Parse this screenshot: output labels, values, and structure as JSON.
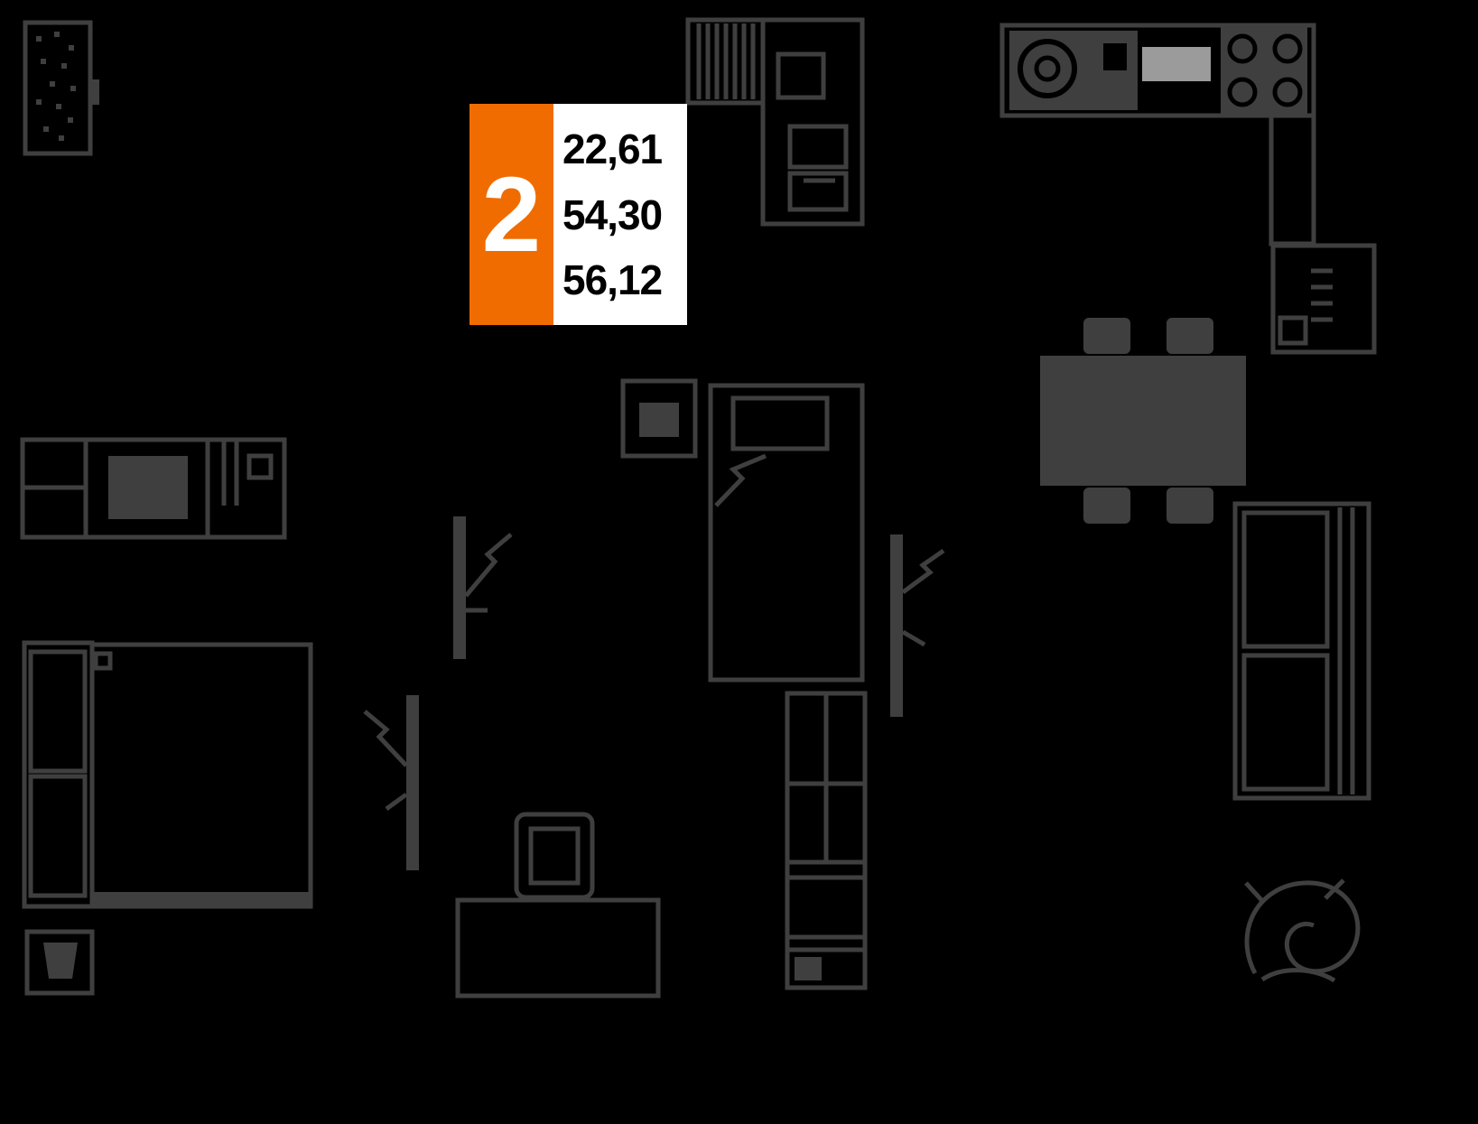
{
  "badge": {
    "rooms": "2",
    "area_values": [
      "22,61",
      "54,30",
      "56,12"
    ]
  },
  "colors": {
    "accent": "#F06C00",
    "background": "#000000",
    "furniture": "#3F3F3F",
    "counter_highlight": "#9B9B9B"
  },
  "furniture_icons": [
    "hall-cabinet",
    "corner-wardrobe",
    "kitchen-counter",
    "kitchen-sink",
    "kitchen-hob",
    "dining-table",
    "sofa",
    "tv-stand",
    "tv-cabinet",
    "single-bed",
    "double-bed",
    "wardrobe-shelf",
    "door",
    "desk",
    "desk-chair",
    "stool",
    "plant"
  ]
}
